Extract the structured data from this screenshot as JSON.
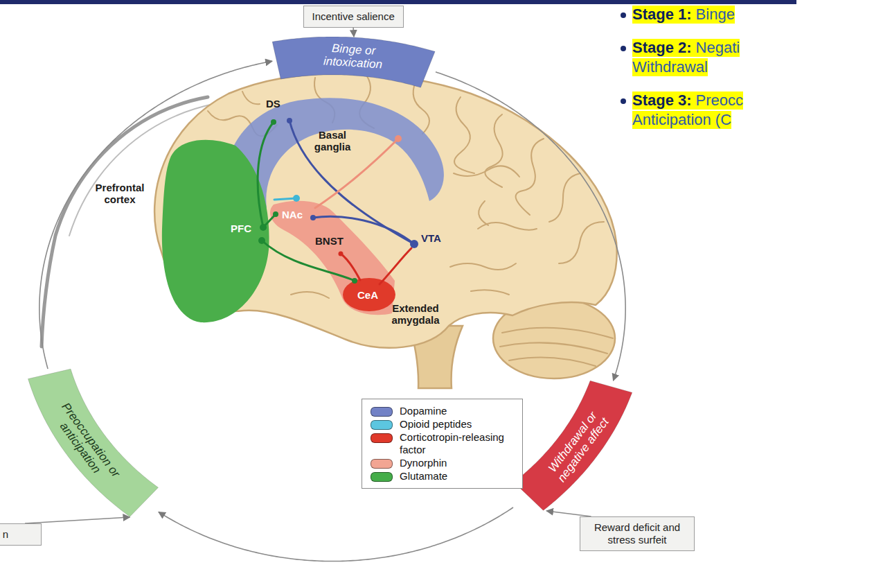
{
  "diagram": {
    "nodes": [
      {
        "text": [
          "Incentive salience"
        ]
      },
      {
        "text": [
          "Binge or intoxication"
        ]
      },
      {
        "text": [
          "Preoccupation or anticipation"
        ]
      },
      {
        "text": [
          "Withdrawal or negative affect"
        ]
      },
      {
        "text": [
          "n"
        ]
      },
      {
        "text": [
          "Reward deficit and stress surfeit"
        ]
      }
    ],
    "edges": [
      {
        "from": 0,
        "to": 1,
        "arrow": "to"
      },
      {
        "from": 1,
        "to": 3,
        "arrow": "to"
      },
      {
        "from": 3,
        "to": 2,
        "arrow": "to"
      },
      {
        "from": 2,
        "to": 1,
        "arrow": "to"
      },
      {
        "from": 4,
        "to": 2,
        "arrow": "to"
      },
      {
        "from": 5,
        "to": 3,
        "arrow": "to"
      }
    ],
    "labels": [
      "Stage 1:",
      "Binge",
      "Stage 2:",
      "Negati",
      "Withdrawal",
      "Stage 3:",
      "Preocc",
      "Anticipation (C",
      "Basal ganglia",
      "Prefrontal cortex",
      "DS",
      "NAc",
      "PFC",
      "BNST",
      "VTA",
      "CeA",
      "Extended amygdala"
    ],
    "legend": [
      {
        "text": "Dopamine",
        "color": "#7382c6"
      },
      {
        "text": "Opioid peptides",
        "color": "#5cc6e0"
      },
      {
        "text": "Corticotropin-releasing factor",
        "color": "#e0392b"
      },
      {
        "text": "Dynorphin",
        "color": "#f2a593"
      },
      {
        "text": "Glutamate",
        "color": "#45ad4a"
      }
    ]
  }
}
